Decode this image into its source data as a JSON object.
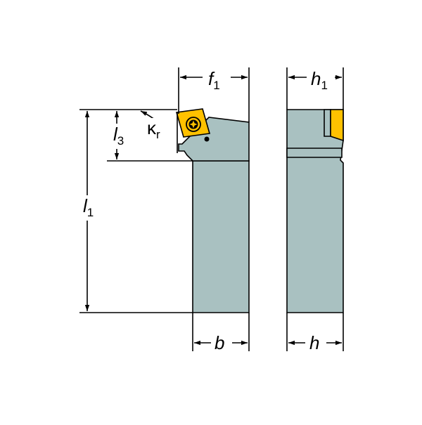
{
  "colors": {
    "body": "#a9c1c1",
    "insert": "#ffc100",
    "outline": "#000000",
    "background": "#ffffff"
  },
  "labels": {
    "f": "f",
    "f_sub": "1",
    "h_top": "h",
    "h_top_sub": "1",
    "l1": "l",
    "l1_sub": "1",
    "l3": "l",
    "l3_sub": "3",
    "kappa": "κ",
    "kappa_sub": "r",
    "b": "b",
    "h": "h"
  },
  "icons": {
    "screw": "torx-screw-icon"
  }
}
